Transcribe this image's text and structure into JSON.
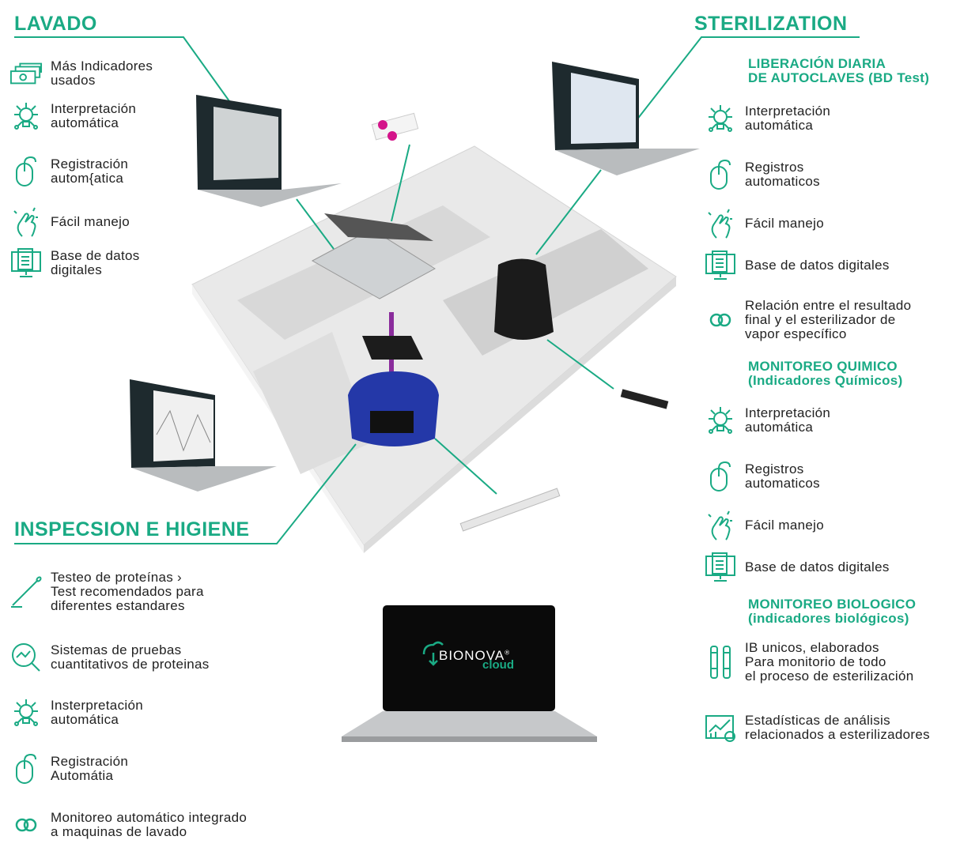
{
  "lavado": {
    "title": "LAVADO",
    "items": [
      {
        "icon": "money-stack-icon",
        "text": "Más Indicadores\nusados"
      },
      {
        "icon": "lightbulb-network-icon",
        "text": "Interpretación\nautomática"
      },
      {
        "icon": "mouse-icon",
        "text": "Registración\nautom{atica"
      },
      {
        "icon": "touch-hand-icon",
        "text": "Fácil manejo"
      },
      {
        "icon": "database-monitor-icon",
        "text": "Base de datos\ndigitales"
      }
    ]
  },
  "inspeccion": {
    "title": "INSPECSION E HIGIENE",
    "items": [
      {
        "icon": "swab-icon",
        "text": "Testeo de proteínas ›\nTest recomendados para\ndiferentes estandares"
      },
      {
        "icon": "magnifier-chart-icon",
        "text": "Sistemas de pruebas\ncuantitativos de proteinas"
      },
      {
        "icon": "lightbulb-network-icon",
        "text": "Insterpretación\nautomática"
      },
      {
        "icon": "mouse-icon",
        "text": "Registración\nAutomátia"
      },
      {
        "icon": "link-icon",
        "text": "Monitoreo automático integrado\na maquinas de lavado"
      }
    ]
  },
  "sterilization": {
    "title": "STERILIZATION",
    "sections": [
      {
        "heading": "LIBERACIÓN DIARIA\nDE AUTOCLAVES (BD Test)",
        "items": [
          {
            "icon": "lightbulb-network-icon",
            "text": "Interpretación\nautomática"
          },
          {
            "icon": "mouse-icon",
            "text": "Registros\nautomaticos"
          },
          {
            "icon": "touch-hand-icon",
            "text": "Fácil manejo"
          },
          {
            "icon": "database-monitor-icon",
            "text": "Base de datos digitales"
          },
          {
            "icon": "link-icon",
            "text": "Relación entre el resultado\nfinal y el esterilizador de\nvapor específico"
          }
        ]
      },
      {
        "heading": "MONITOREO QUIMICO\n(Indicadores Químicos)",
        "items": [
          {
            "icon": "lightbulb-network-icon",
            "text": "Interpretación\nautomática"
          },
          {
            "icon": "mouse-icon",
            "text": "Registros\nautomaticos"
          },
          {
            "icon": "touch-hand-icon",
            "text": "Fácil manejo"
          },
          {
            "icon": "database-monitor-icon",
            "text": "Base de datos digitales"
          }
        ]
      },
      {
        "heading": "MONITOREO BIOLOGICO\n(indicadores biológicos)",
        "items": [
          {
            "icon": "vials-icon",
            "text": "IB unicos,  elaborados\nPara monitorio de todo\nel proceso de esterilización"
          },
          {
            "icon": "statistics-icon",
            "text": "Estadísticas de análisis\nrelacionados a esterilizadores"
          }
        ]
      }
    ]
  },
  "logo": {
    "brand": "BIONOVA",
    "reg": "®",
    "sub": "cloud"
  },
  "colors": {
    "accent": "#1aaa84"
  }
}
